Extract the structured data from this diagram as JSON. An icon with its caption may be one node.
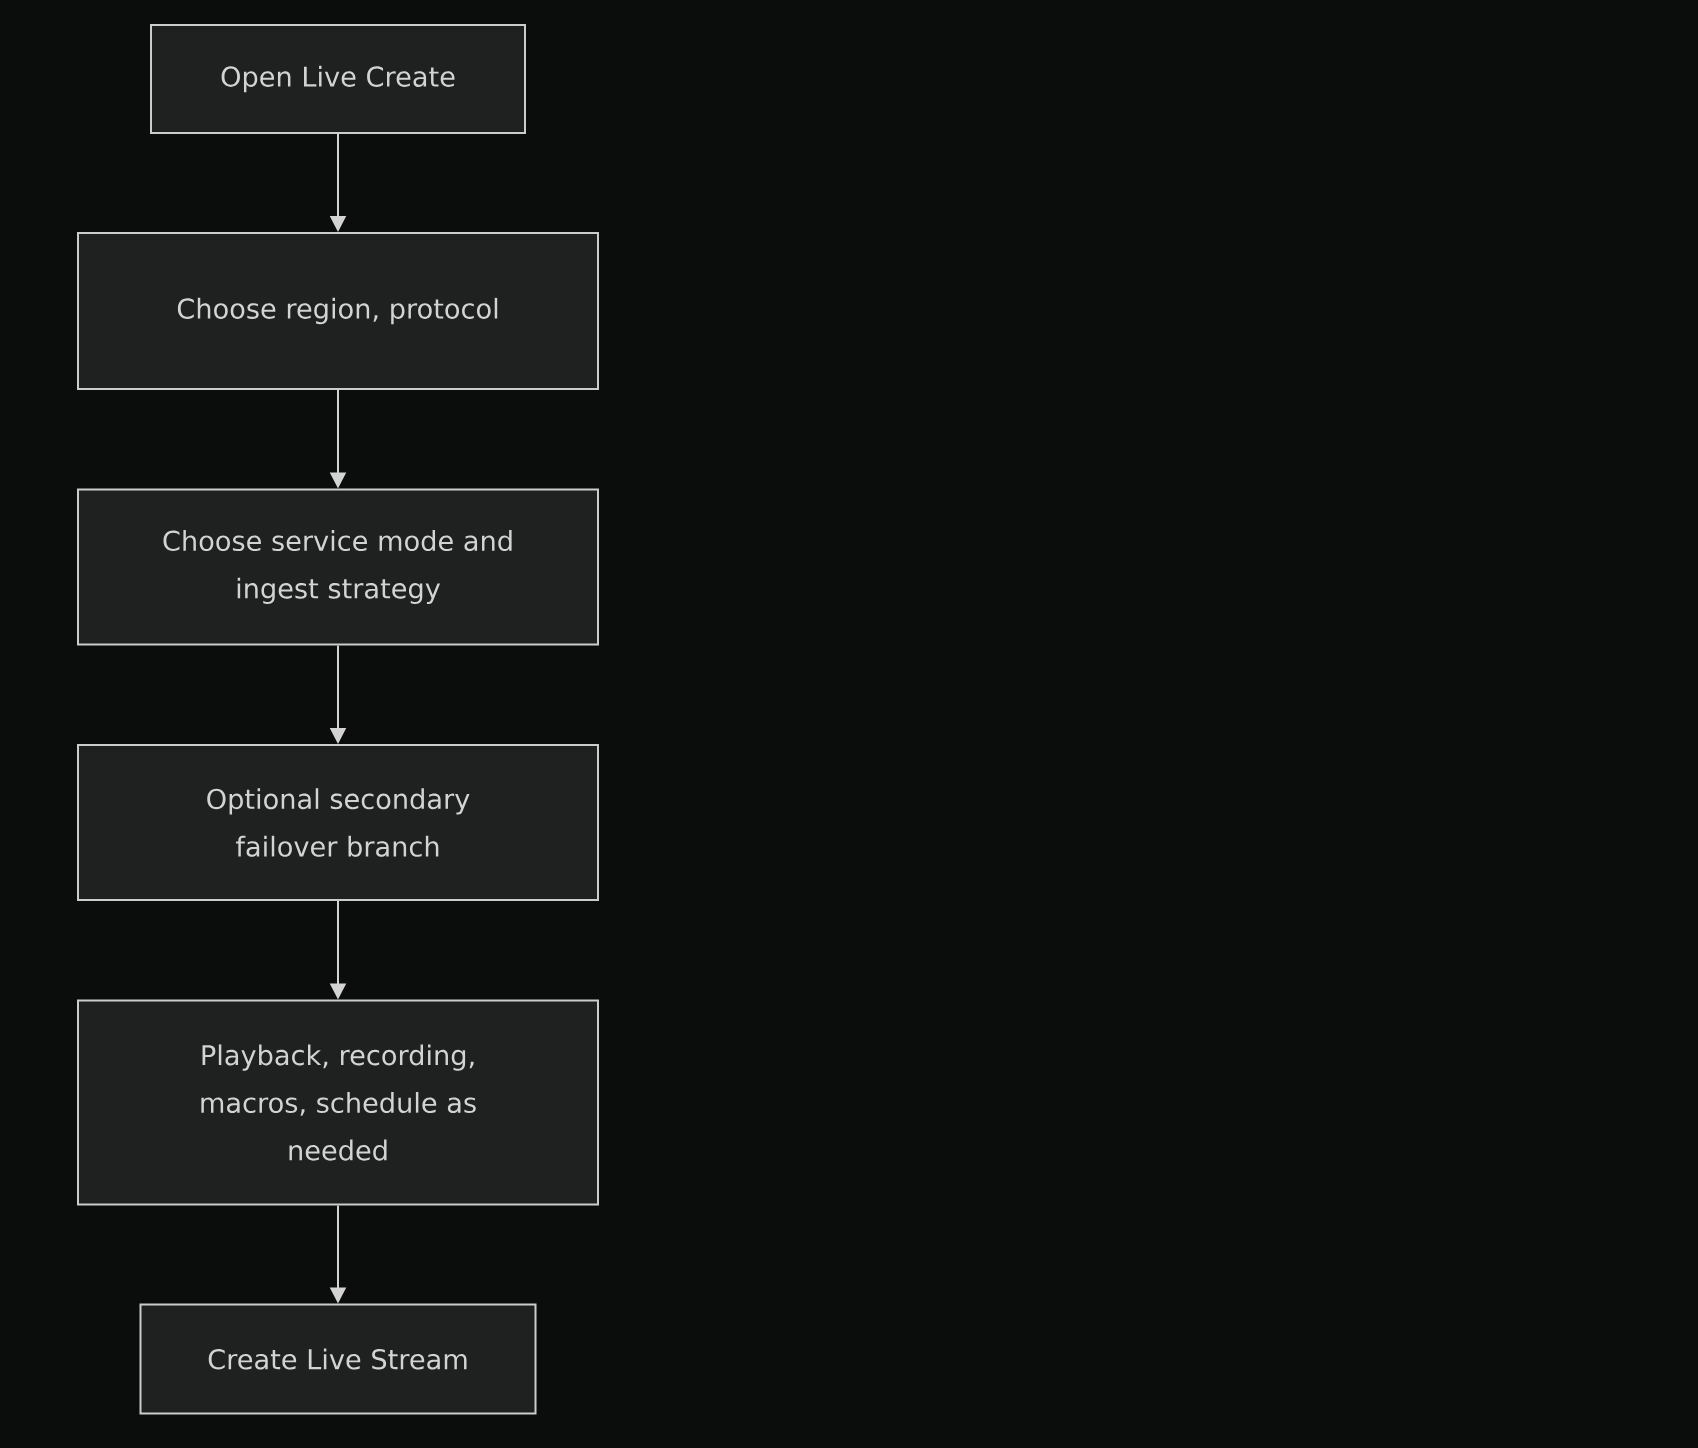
{
  "diagram": {
    "nodes": [
      {
        "text": [
          "Open Live Create"
        ]
      },
      {
        "text": [
          "Choose region, protocol"
        ]
      },
      {
        "text": [
          "Choose service mode and ingest strategy"
        ]
      },
      {
        "text": [
          "Optional secondary failover branch"
        ]
      },
      {
        "text": [
          "Playback, recording, macros, schedule as needed"
        ]
      },
      {
        "text": [
          "Create Live Stream"
        ]
      }
    ],
    "edges": [
      {
        "from": 0,
        "to": 1,
        "arrow": "to"
      },
      {
        "from": 1,
        "to": 2,
        "arrow": "to"
      },
      {
        "from": 2,
        "to": 3,
        "arrow": "to"
      },
      {
        "from": 3,
        "to": 4,
        "arrow": "to"
      },
      {
        "from": 4,
        "to": 5,
        "arrow": "to"
      }
    ]
  }
}
